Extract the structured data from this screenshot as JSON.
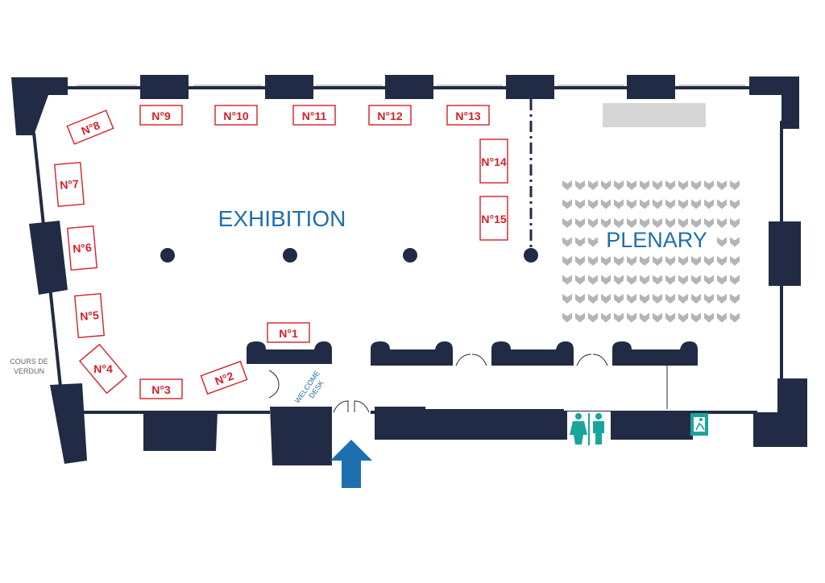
{
  "zones": {
    "exhibition": "EXHIBITION",
    "plenary": "PLENARY",
    "welcome_line1": "WELCOME",
    "welcome_line2": "DESK"
  },
  "street": {
    "line1": "COURS DE",
    "line2": "VERDUN"
  },
  "booths": [
    {
      "id": "n1",
      "label": "N°1"
    },
    {
      "id": "n2",
      "label": "N°2"
    },
    {
      "id": "n3",
      "label": "N°3"
    },
    {
      "id": "n4",
      "label": "N°4"
    },
    {
      "id": "n5",
      "label": "N°5"
    },
    {
      "id": "n6",
      "label": "N°6"
    },
    {
      "id": "n7",
      "label": "N°7"
    },
    {
      "id": "n8",
      "label": "N°8"
    },
    {
      "id": "n9",
      "label": "N°9"
    },
    {
      "id": "n10",
      "label": "N°10"
    },
    {
      "id": "n11",
      "label": "N°11"
    },
    {
      "id": "n12",
      "label": "N°12"
    },
    {
      "id": "n13",
      "label": "N°13"
    },
    {
      "id": "n14",
      "label": "N°14"
    },
    {
      "id": "n15",
      "label": "N°15"
    }
  ],
  "icons": {
    "entrance": "entrance-arrow-icon",
    "restrooms": "restroom-icon",
    "exit": "emergency-exit-icon"
  },
  "colors": {
    "walls": "#222b45",
    "booth": "#d42027",
    "label": "#1d6fb0",
    "seat": "#b5b5b5",
    "stage": "#d6d6d6",
    "green": "#1aa59a"
  }
}
